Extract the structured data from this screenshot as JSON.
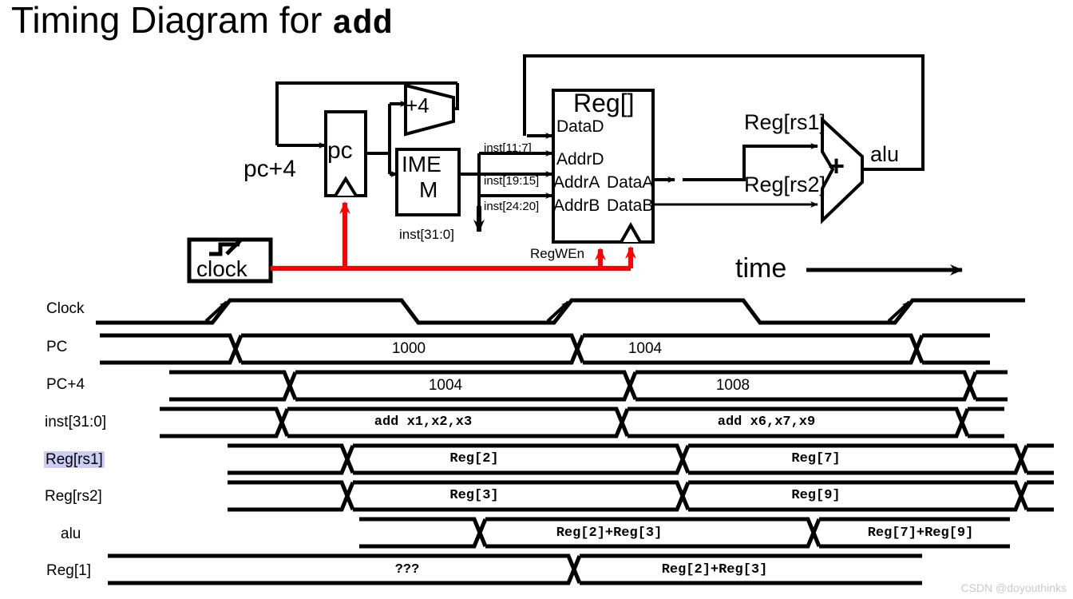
{
  "title": {
    "prefix": "Timing Diagram for ",
    "mono": "add"
  },
  "datapath": {
    "pc_plus_4_label": "pc+4",
    "pc_reg_label": "pc",
    "adder_label": "+4",
    "imem_label_line1": "IME",
    "imem_label_line2": "M",
    "inst_11_7": "inst[11:7]",
    "inst_19_15": "inst[19:15]",
    "inst_24_20": "inst[24:20]",
    "inst_31_0": "inst[31:0]",
    "regfile_title": "Reg[]",
    "port_datad": "DataD",
    "port_addrd": "AddrD",
    "port_addra": "AddrA",
    "port_dataa": "DataA",
    "port_addrb": "AddrB",
    "port_datab": "DataB",
    "regwen_label": "RegWEn",
    "reg_rs1_label": "Reg[rs1]",
    "reg_rs2_label": "Reg[rs2]",
    "alu_symbol": "+",
    "alu_label": "alu",
    "clock_box_label": "clock",
    "time_label": "time"
  },
  "waveform": {
    "rows": [
      {
        "label": "Clock",
        "highlight": false,
        "type": "clock",
        "segments": []
      },
      {
        "label": "PC",
        "highlight": false,
        "type": "bus",
        "segments": [
          {
            "value": "1000",
            "font": "sans"
          },
          {
            "value": "1004",
            "font": "sans"
          },
          {
            "value": "",
            "font": "sans"
          }
        ]
      },
      {
        "label": "PC+4",
        "highlight": false,
        "type": "bus",
        "segments": [
          {
            "value": "1004",
            "font": "sans"
          },
          {
            "value": "1008",
            "font": "sans"
          },
          {
            "value": "",
            "font": "sans"
          }
        ]
      },
      {
        "label": "inst[31:0]",
        "highlight": false,
        "type": "bus",
        "segments": [
          {
            "value": "add x1,x2,x3",
            "font": "mono"
          },
          {
            "value": "add x6,x7,x9",
            "font": "mono"
          },
          {
            "value": "",
            "font": "mono"
          }
        ]
      },
      {
        "label": "Reg[rs1]",
        "highlight": true,
        "type": "bus",
        "segments": [
          {
            "value": "Reg[2]",
            "font": "mono"
          },
          {
            "value": "Reg[7]",
            "font": "mono"
          },
          {
            "value": "",
            "font": "mono"
          }
        ]
      },
      {
        "label": "Reg[rs2]",
        "highlight": false,
        "type": "bus",
        "segments": [
          {
            "value": "Reg[3]",
            "font": "mono"
          },
          {
            "value": "Reg[9]",
            "font": "mono"
          },
          {
            "value": "",
            "font": "mono"
          }
        ]
      },
      {
        "label": "alu",
        "highlight": false,
        "type": "bus",
        "segments": [
          {
            "value": "Reg[2]+Reg[3]",
            "font": "mono"
          },
          {
            "value": "Reg[7]+Reg[9]",
            "font": "mono"
          }
        ]
      },
      {
        "label": "Reg[1]",
        "highlight": false,
        "type": "bus",
        "segments": [
          {
            "value": "???",
            "font": "mono"
          },
          {
            "value": "Reg[2]+Reg[3]",
            "font": "mono"
          }
        ]
      }
    ]
  },
  "watermark": "CSDN @doyouthinks",
  "colors": {
    "ink": "#000000",
    "clock_wire": "#ff0000",
    "highlight": "#ccccf5",
    "watermark": "#c9c9c9"
  }
}
